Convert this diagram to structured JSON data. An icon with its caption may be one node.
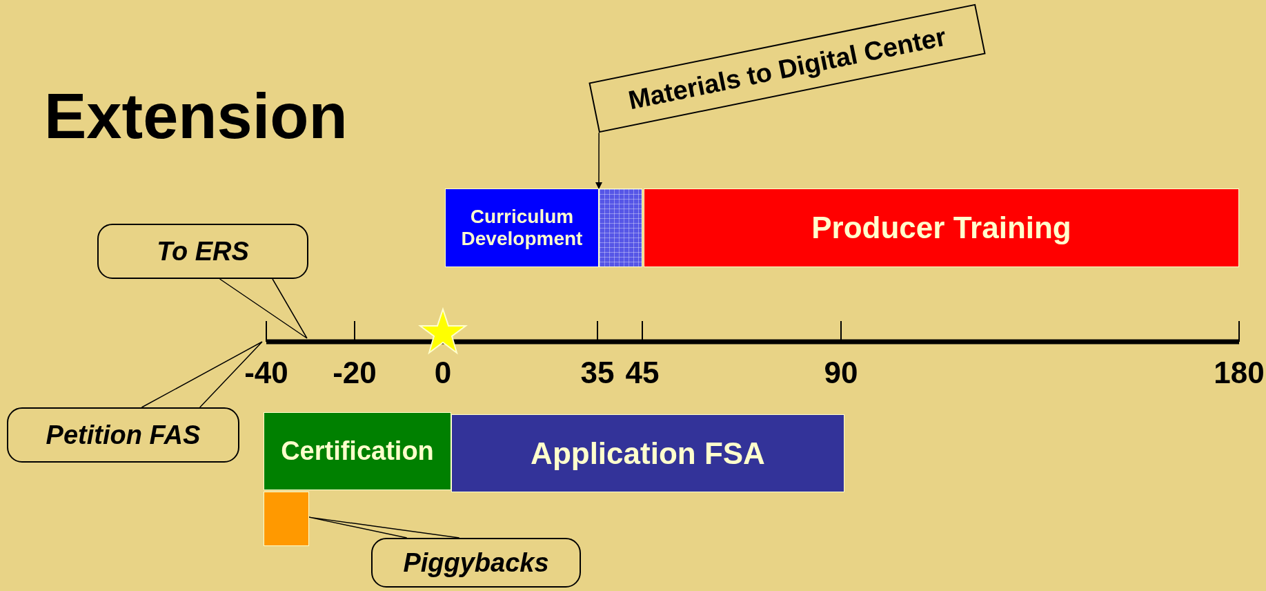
{
  "diagram": {
    "title": "Extension",
    "nodes": [
      {
        "text": [
          "Curriculum Development"
        ]
      },
      {
        "text": [],
        "shape": "box"
      },
      {
        "text": [
          "Producer Training"
        ]
      },
      {
        "text": [
          "Certification"
        ]
      },
      {
        "text": [
          "Application FSA"
        ]
      },
      {
        "text": [],
        "shape": "box"
      },
      {
        "text": [
          "To ERS"
        ]
      },
      {
        "text": [
          "Petition FAS"
        ]
      },
      {
        "text": [
          "Piggybacks"
        ]
      },
      {
        "text": [
          "Materials to Digital Center"
        ]
      }
    ],
    "edges": [
      {
        "from": 9,
        "to": 1,
        "arrow": "to"
      },
      {
        "from": 6,
        "to": null,
        "arrow": "none"
      },
      {
        "from": 7,
        "to": null,
        "arrow": "none"
      },
      {
        "from": 8,
        "to": 5,
        "arrow": "none"
      }
    ],
    "labels": [
      "-40",
      "-20",
      "0",
      "35",
      "45",
      "90",
      "180"
    ]
  }
}
